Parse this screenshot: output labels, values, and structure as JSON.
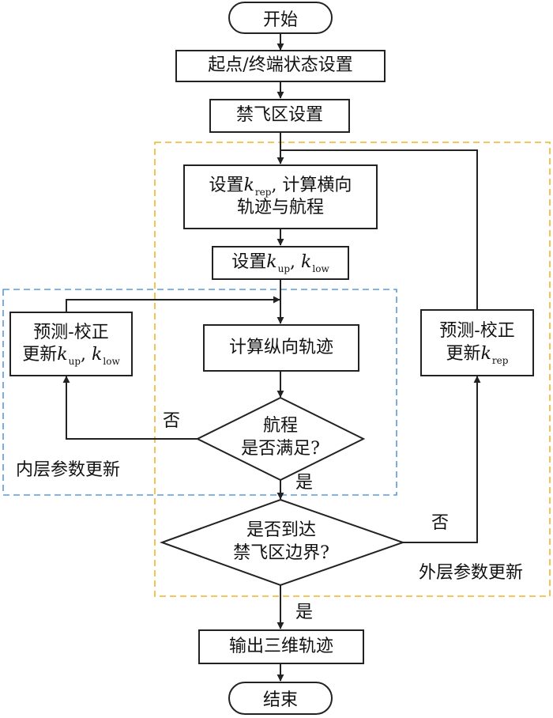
{
  "nodes": {
    "start": "开始",
    "initial_state": "起点/终端状态设置",
    "no_fly_zone": "禁飞区设置",
    "set_krep_l1_pre": "设置",
    "k": "k",
    "rep": "rep",
    "up": "up",
    "low": "low",
    "set_krep_l1_post": ", 计算横向",
    "set_krep_l2": "轨迹与航程",
    "set_kup_pre": "设置",
    "sep": ", ",
    "calc_longitudinal": "计算纵向轨迹",
    "range_q_l1": "航程",
    "range_q_l2": "是否满足?",
    "reach_q_l1": "是否到达",
    "reach_q_l2": "禁飞区边界?",
    "output": "输出三维轨迹",
    "end": "结束",
    "pc_left_l1": "预测-校正",
    "pc_left_l2_pre": "更新",
    "pc_right_l1": "预测-校正",
    "pc_right_l2_pre": "更新"
  },
  "labels": {
    "no_inner": "否",
    "yes_inner": "是",
    "no_outer": "否",
    "yes_outer": "是",
    "inner_group": "内层参数更新",
    "outer_group": "外层参数更新"
  },
  "colors": {
    "inner_dash": "#5b9bd5",
    "outer_dash": "#f0b429",
    "stroke": "#222222"
  }
}
